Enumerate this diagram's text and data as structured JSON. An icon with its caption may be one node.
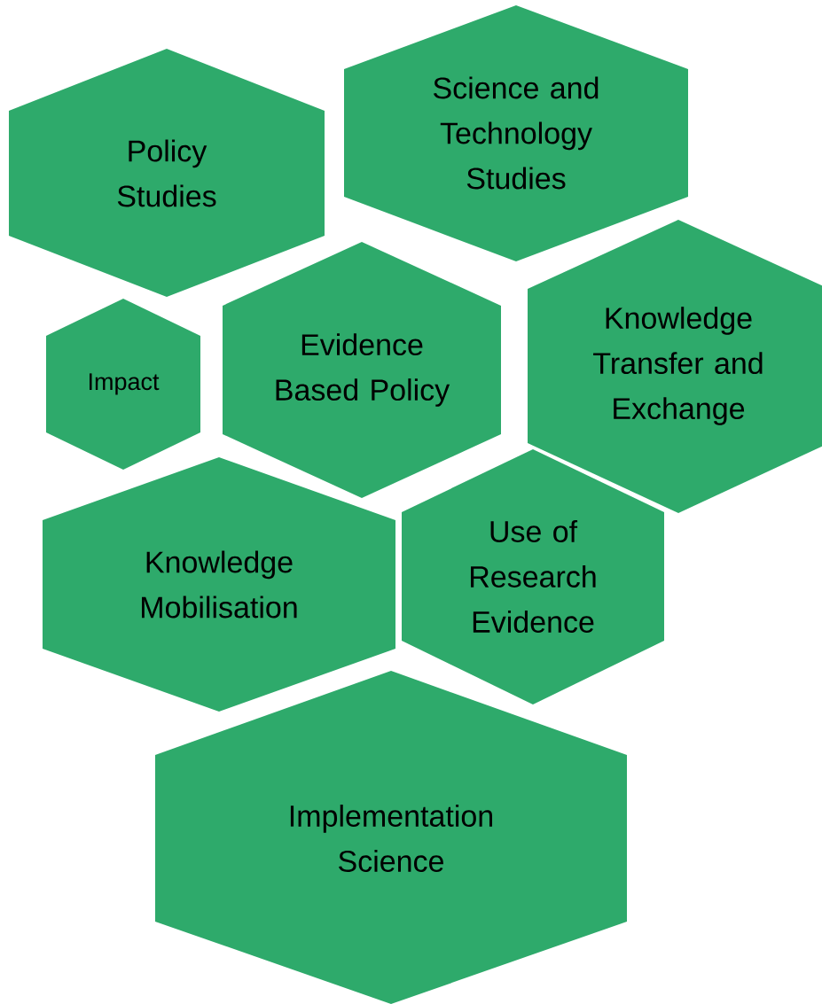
{
  "diagram": {
    "nodes": [
      {
        "text": [
          "Policy Studies"
        ]
      },
      {
        "text": [
          "Science and Technology Studies"
        ]
      },
      {
        "text": [
          "Impact"
        ]
      },
      {
        "text": [
          "Evidence Based Policy"
        ]
      },
      {
        "text": [
          "Knowledge Transfer and Exchange"
        ]
      },
      {
        "text": [
          "Knowledge Mobilisation"
        ]
      },
      {
        "text": [
          "Use of Research Evidence"
        ]
      },
      {
        "text": [
          "Implementation Science"
        ]
      }
    ]
  }
}
